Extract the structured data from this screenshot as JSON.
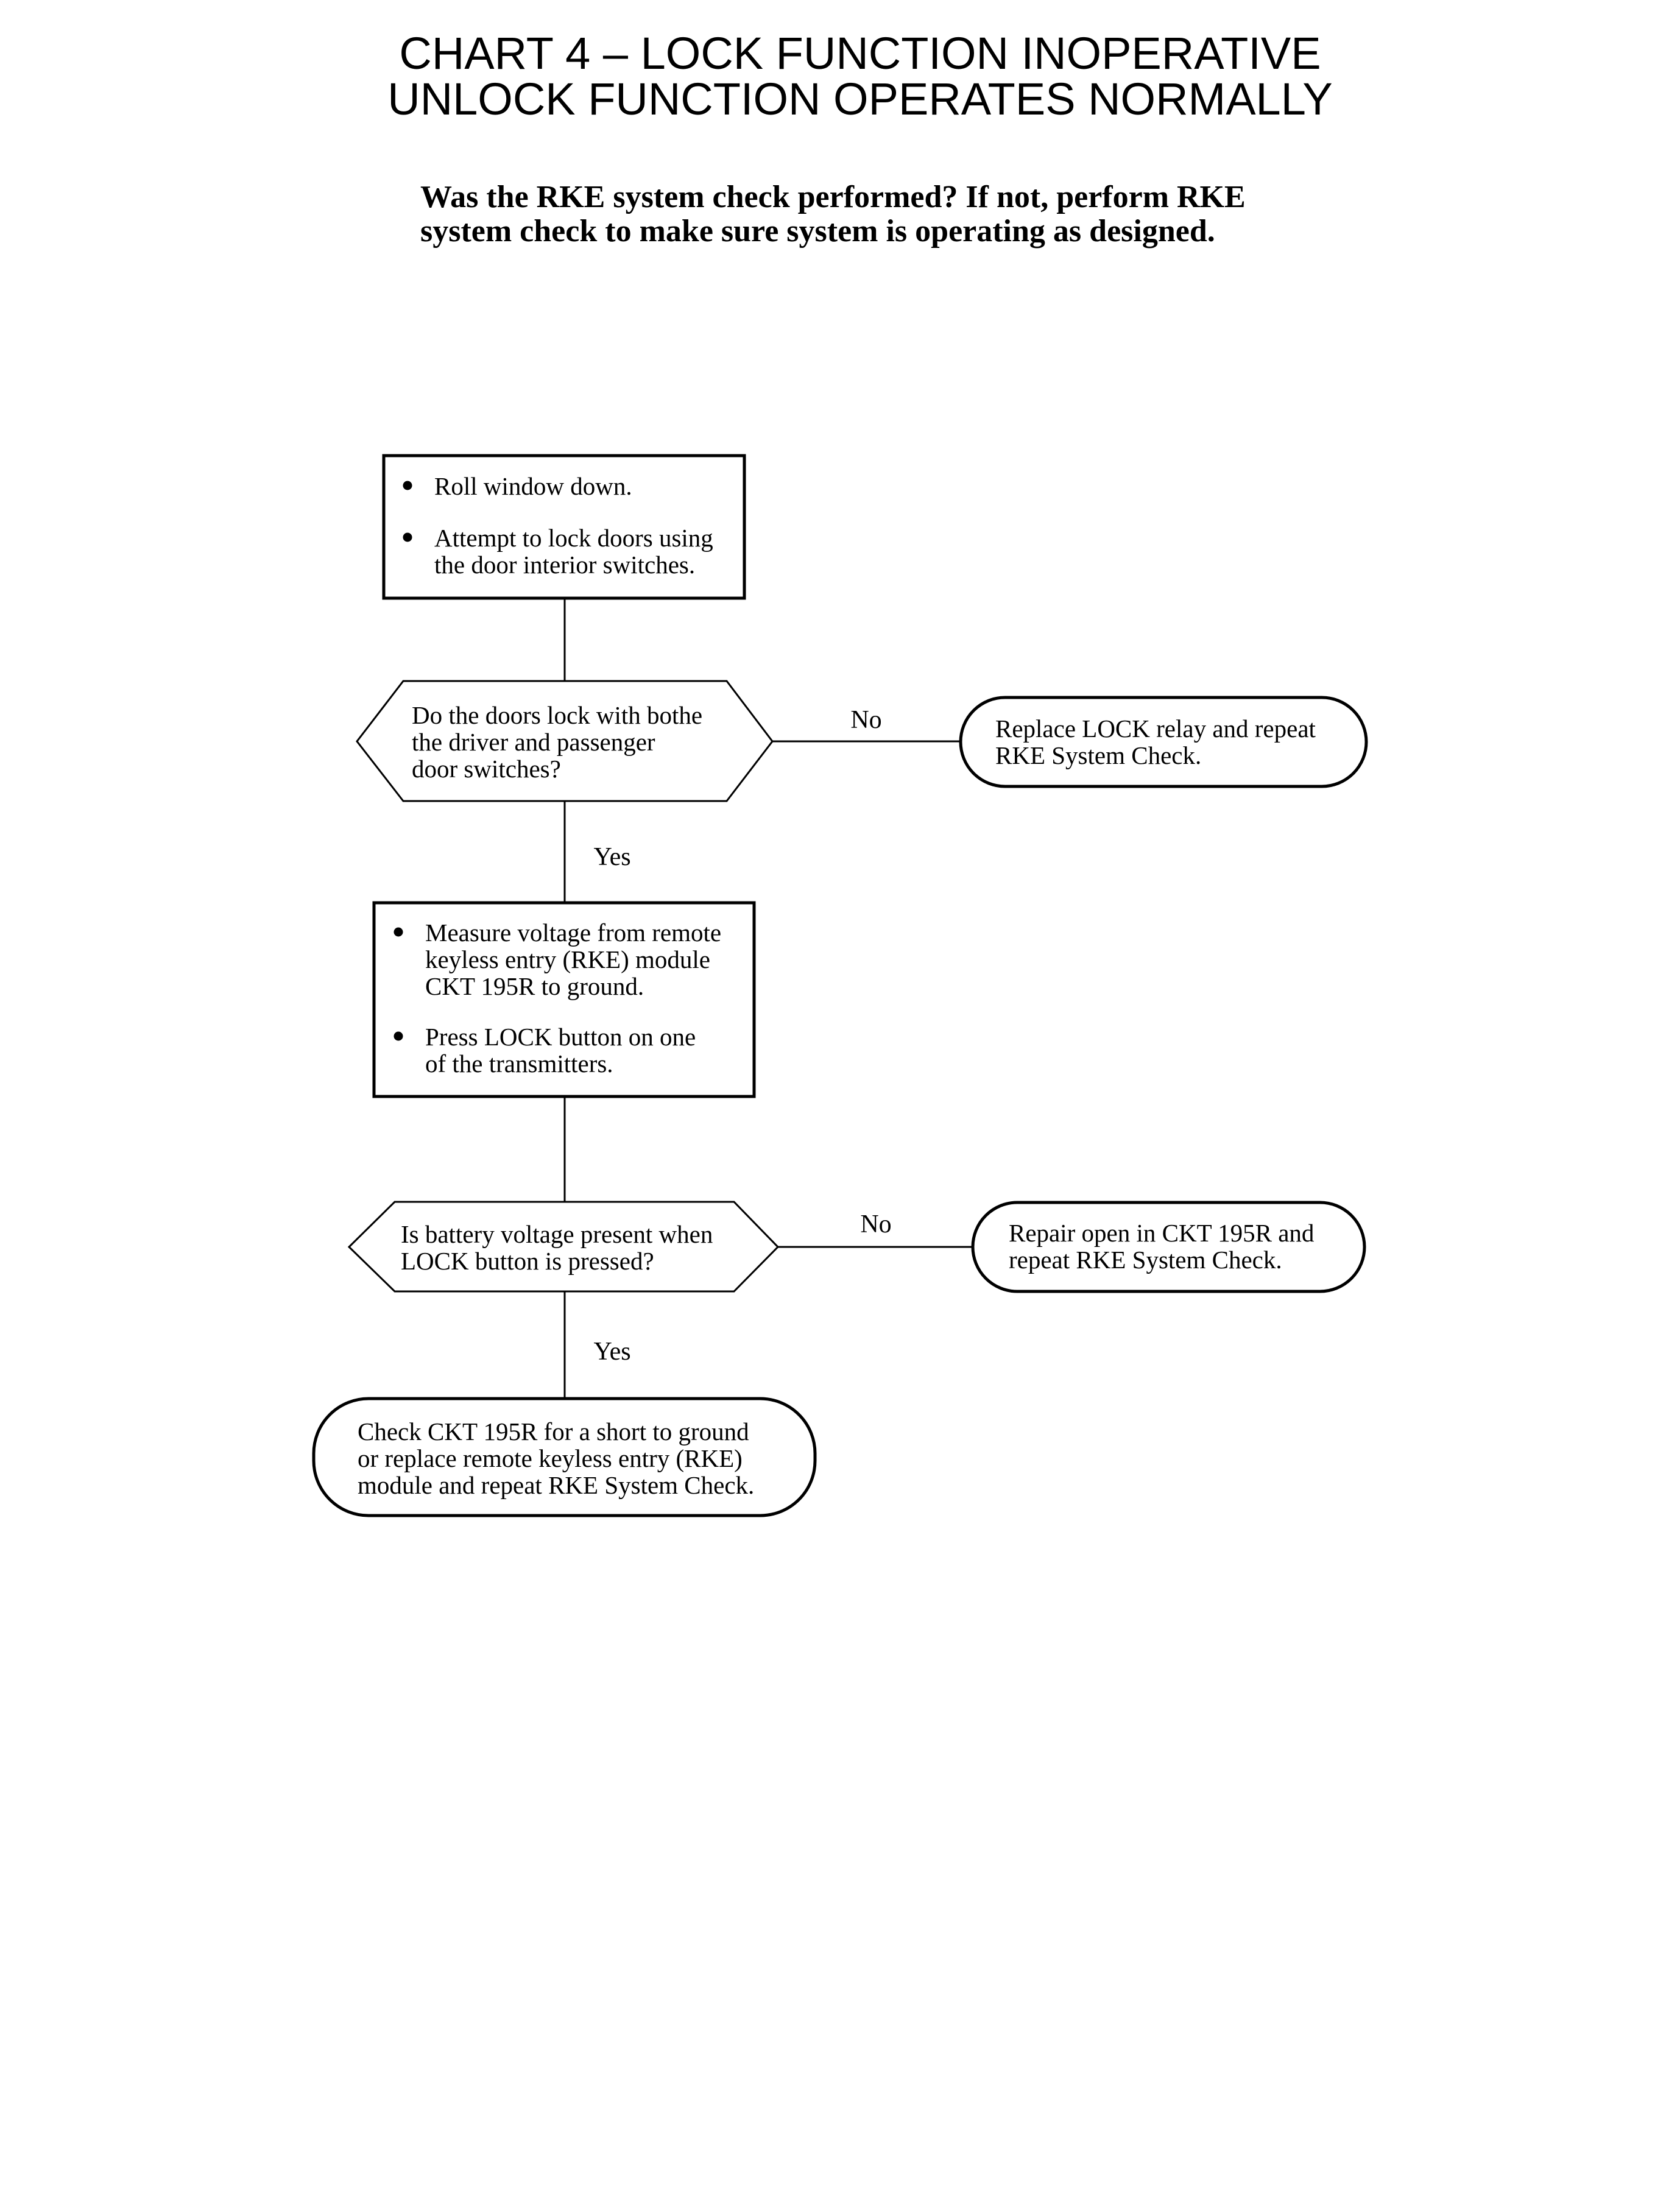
{
  "title": {
    "line1": "CHART 4 – LOCK FUNCTION INOPERATIVE",
    "line2": "UNLOCK FUNCTION OPERATES NORMALLY"
  },
  "intro": {
    "line1": "Was the RKE system check performed? If not, perform RKE",
    "line2": "system check to make sure system is operating as designed."
  },
  "step1": {
    "bullet1": [
      "Roll window down."
    ],
    "bullet2": [
      "Attempt to lock doors using",
      "the door interior switches."
    ]
  },
  "decision1": {
    "lines": [
      "Do the doors lock with bothe",
      "the driver and passenger",
      "door switches?"
    ],
    "no_label": "No",
    "yes_label": "Yes"
  },
  "result1": {
    "lines": [
      "Replace LOCK relay and repeat",
      "RKE System Check."
    ]
  },
  "step2": {
    "bullet1": [
      "Measure voltage from remote",
      "keyless entry (RKE) module",
      "CKT 195R to ground."
    ],
    "bullet2": [
      "Press LOCK button on one",
      "of the transmitters."
    ]
  },
  "decision2": {
    "lines": [
      "Is battery voltage present when",
      "LOCK button is pressed?"
    ],
    "no_label": "No",
    "yes_label": "Yes"
  },
  "result2": {
    "lines": [
      "Repair open in CKT 195R and",
      "repeat RKE System Check."
    ]
  },
  "result3": {
    "lines": [
      "Check CKT 195R for a short to ground",
      "or replace remote keyless entry (RKE)",
      "module and repeat RKE System Check."
    ]
  }
}
